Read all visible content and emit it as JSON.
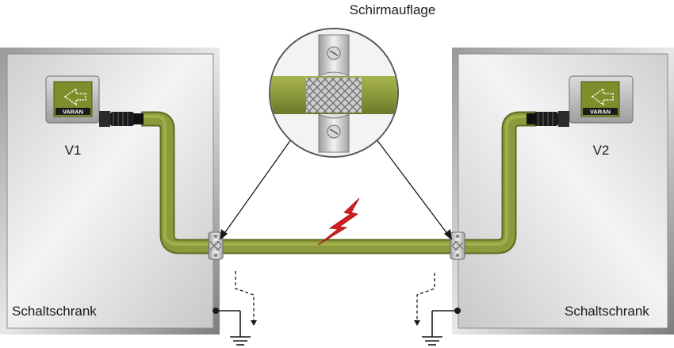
{
  "title": "Schirmauflage",
  "left_cabinet": {
    "device_label": "V1",
    "cabinet_label": "Schaltschrank",
    "logo_text": "VARAN"
  },
  "right_cabinet": {
    "device_label": "V2",
    "cabinet_label": "Schaltschrank",
    "logo_text": "VARAN"
  },
  "colors": {
    "cable": "#8c9a3c",
    "cable_dark": "#6f7a2c",
    "lightning": "#d41f1f",
    "cabinet_fill": "#dadada",
    "logo_green": "#7c8f2a"
  },
  "icons": {
    "lightning": "lightning-bolt-icon",
    "ground": "ground-symbol-icon",
    "logo": "varan-logo-icon",
    "screw": "screw-icon"
  }
}
